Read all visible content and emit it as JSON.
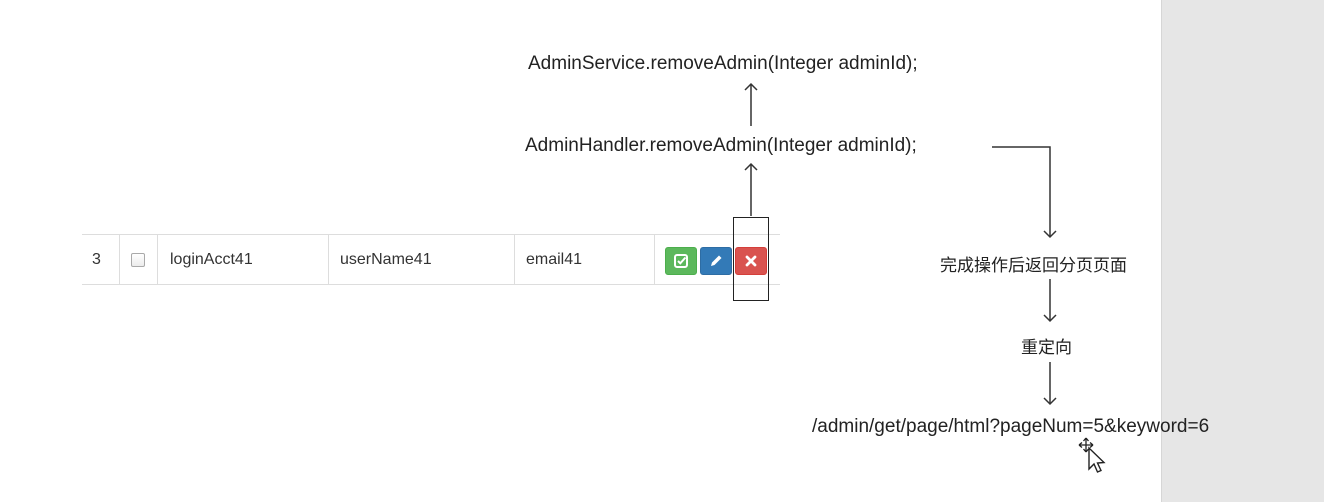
{
  "nodes": {
    "service_call": "AdminService.removeAdmin(Integer adminId);",
    "handler_call": "AdminHandler.removeAdmin(Integer adminId);",
    "after_op": "完成操作后返回分页页面",
    "redirect": "重定向",
    "redirect_url": "/admin/get/page/html?pageNum=5&keyword=6"
  },
  "row": {
    "index": "3",
    "login_acct": "loginAcct41",
    "user_name": "userName41",
    "email": "email41"
  },
  "buttons": {
    "assign_color": "#5cb85c",
    "edit_color": "#337ab7",
    "remove_color": "#d9534f"
  }
}
